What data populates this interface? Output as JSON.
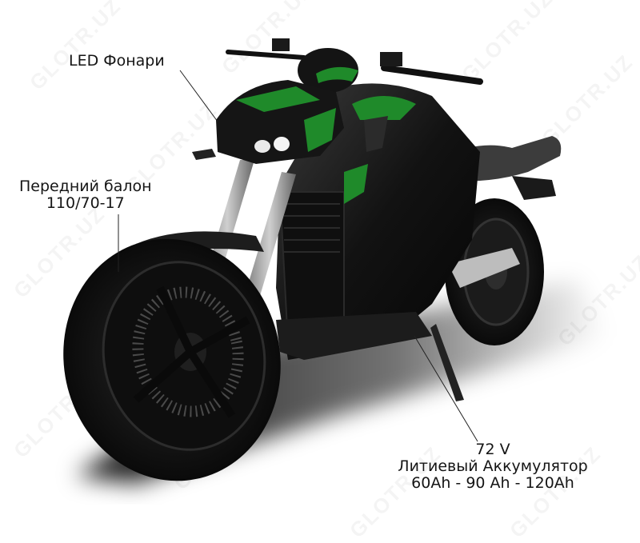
{
  "image": {
    "subject": "Electric motorcycle, black with green accents, three-quarter front view",
    "accent_color": "#1f8a2a",
    "body_color": "#111111",
    "background_color": "#ffffff"
  },
  "watermark": {
    "text": "GLOTR.UZ"
  },
  "callouts": {
    "led": {
      "label": "LED Фонари"
    },
    "front_tire": {
      "line1": "Передний балон",
      "line2": "110/70-17"
    },
    "battery": {
      "line1": "72 V",
      "line2": "Литиевый Аккумулятор",
      "line3": "60Ah - 90 Ah - 120Ah"
    }
  }
}
